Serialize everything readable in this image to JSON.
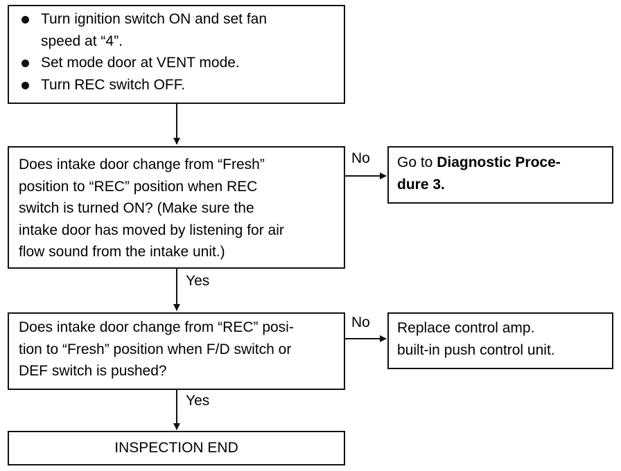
{
  "start": {
    "bullets": [
      [
        "Turn ignition switch ON and set fan",
        "speed at “4”."
      ],
      [
        "Set mode door at VENT mode."
      ],
      [
        "Turn REC switch OFF."
      ]
    ]
  },
  "decision1": {
    "lines": [
      "Does intake door change from “Fresh”",
      "position to “REC” position when REC",
      "switch is turned ON? (Make sure the",
      "intake door has moved by listening for air",
      "flow sound from the intake unit.)"
    ],
    "no_label": "No",
    "yes_label": "Yes"
  },
  "result1": {
    "prefix": "Go to ",
    "bold_line1": "Diagnostic Proce-",
    "bold_line2": "dure 3."
  },
  "decision2": {
    "lines": [
      "Does intake door change from “REC” posi-",
      "tion to “Fresh” position when F/D switch or",
      "DEF switch is pushed?"
    ],
    "no_label": "No",
    "yes_label": "Yes"
  },
  "result2": {
    "lines": [
      "Replace control amp.",
      "built-in push control unit."
    ]
  },
  "end": {
    "label": "INSPECTION END"
  }
}
